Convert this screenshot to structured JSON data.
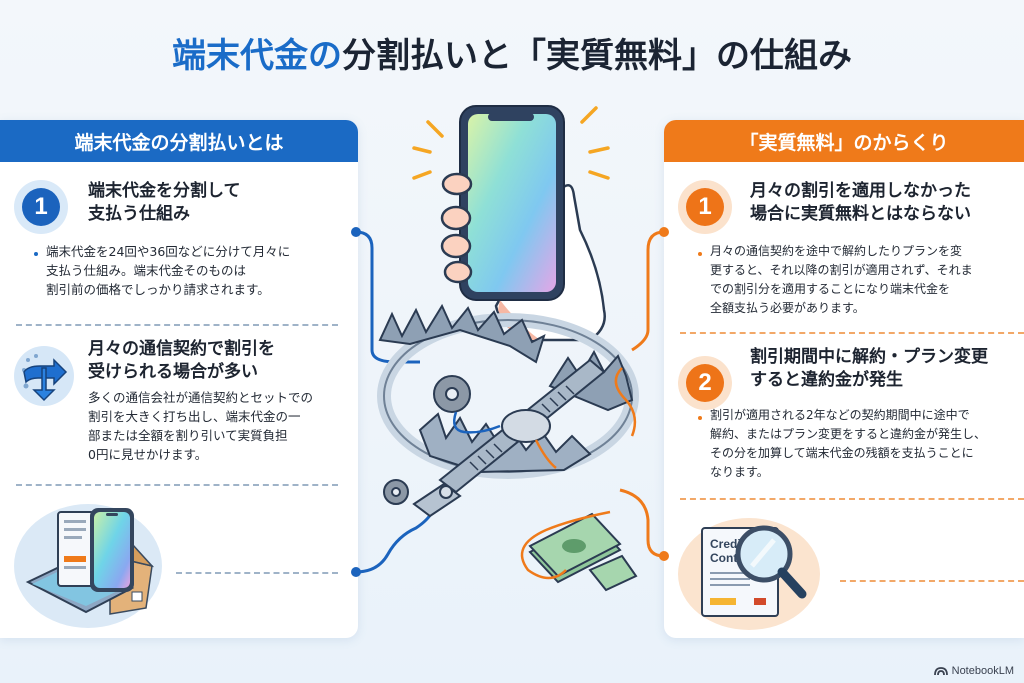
{
  "title": {
    "accent": "端末代金の",
    "rest": "分割払いと「実質無料」の仕組み"
  },
  "left_panel": {
    "header": "端末代金の分割払いとは",
    "accent_color": "#1b6ac4",
    "items": [
      {
        "number": "1",
        "title_line1": "端末代金を分割して",
        "title_line2": "支払う仕組み",
        "body": [
          "端末代金を24回や36回などに分けて月々に",
          "支払う仕組み。端末代金そのものは",
          "割引前の価格でしっかり請求されます。"
        ]
      },
      {
        "icon": "discount-arrow-icon",
        "title_line1": "月々の通信契約で割引を",
        "title_line2": "受けられる場合が多い",
        "body": [
          "多くの通信会社が通信契約とセットでの",
          "割引を大きく打ち出し、端末代金の一",
          "部または全額を割り引いて実質負担",
          "0円に見せかけます。"
        ]
      },
      {
        "icon": "phone-box-invoice-icon"
      }
    ]
  },
  "right_panel": {
    "header": "「実質無料」のからくり",
    "accent_color": "#ef7a1a",
    "items": [
      {
        "number": "1",
        "title_line1": "月々の割引を適用しなかった",
        "title_line2": "場合に実質無料とはならない",
        "body": [
          "月々の通信契約を途中で解約したりプランを変",
          "更すると、それ以降の割引が適用されず、それま",
          "での割引分を適用することになり端末代金を",
          "全額支払う必要があります。"
        ]
      },
      {
        "number": "2",
        "title_line1": "割引期間中に解約・プラン変更",
        "title_line2": "すると違約金が発生",
        "body": [
          "割引が適用される2年などの契約期間中に途中で",
          "解約、またはプラン変更をすると違約金が発生し、",
          "その分を加算して端末代金の残額を支払うことに",
          "なります。"
        ]
      },
      {
        "icon": "credit-contract-magnifier-icon",
        "doc_text_line1": "Credit",
        "doc_text_line2": "Contract"
      }
    ]
  },
  "center": {
    "illustration": "hand-holding-phone-over-bear-trap-with-money"
  },
  "watermark": "NotebookLM"
}
